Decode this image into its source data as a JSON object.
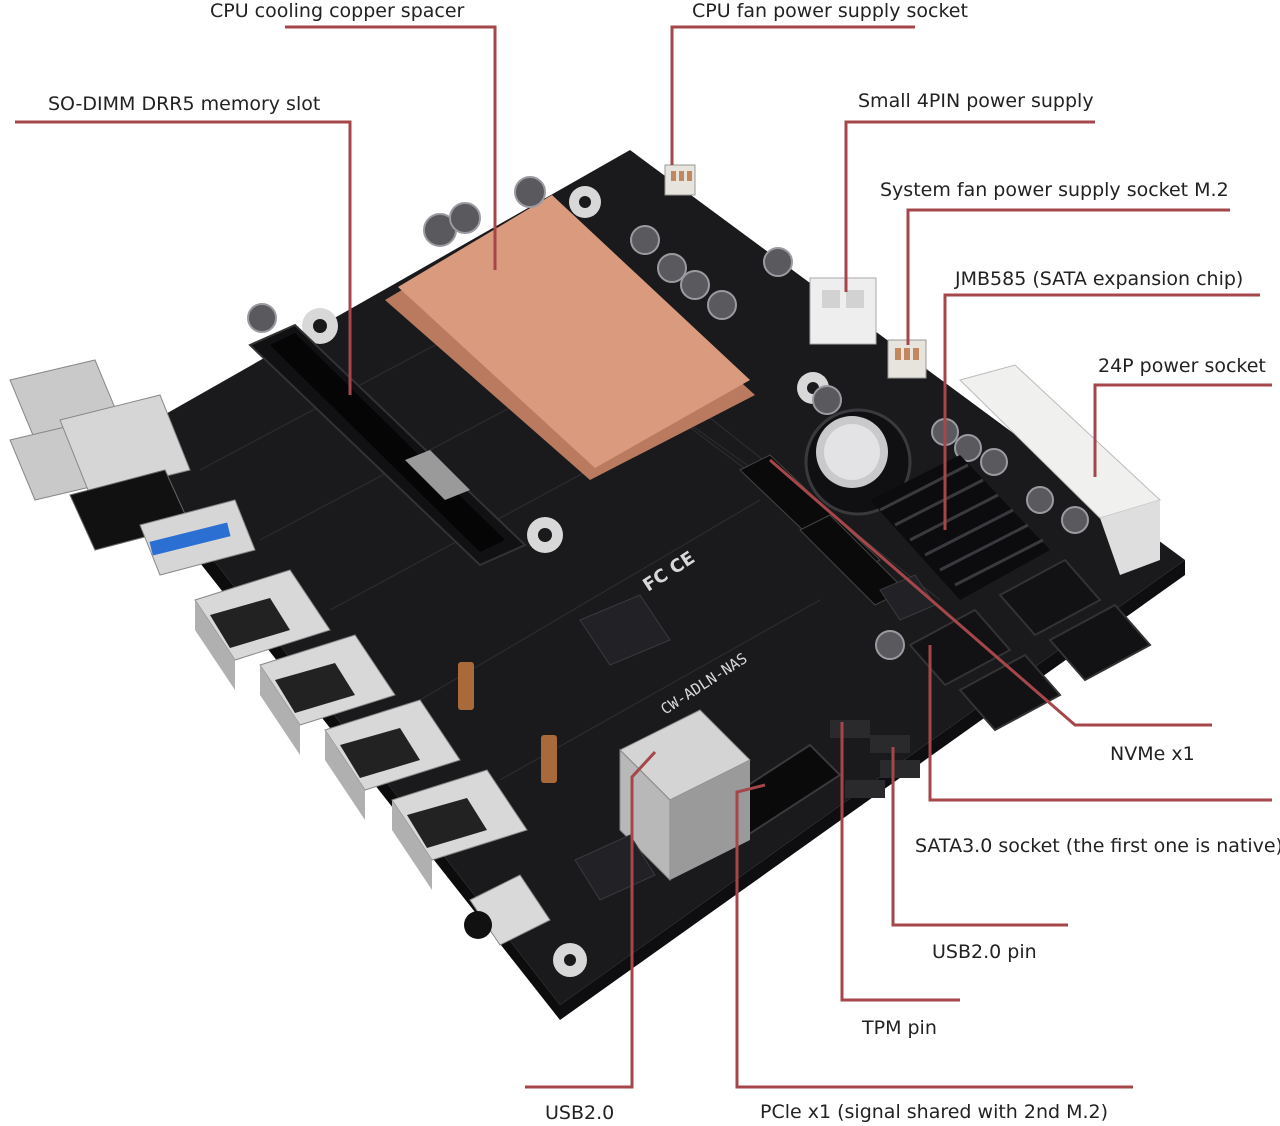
{
  "callout_color": "#a5474a",
  "board": {
    "pcb_color": "#1a1a1c",
    "spacer_color": "#d99a7e",
    "silkscreen": {
      "model": "CW-ADLN-NAS",
      "cert": "FC CE"
    }
  },
  "labels": [
    {
      "id": "cpu-spacer",
      "text": "CPU cooling copper spacer"
    },
    {
      "id": "cpu-fan",
      "text": "CPU fan power supply socket"
    },
    {
      "id": "sodimm",
      "text": "SO-DIMM DRR5 memory slot"
    },
    {
      "id": "4pin",
      "text": "Small 4PIN power supply"
    },
    {
      "id": "sysfan",
      "text": "System fan power supply socket M.2"
    },
    {
      "id": "jmb585",
      "text": "JMB585 (SATA expansion chip)"
    },
    {
      "id": "24p",
      "text": "24P power socket"
    },
    {
      "id": "nvme",
      "text": "NVMe x1"
    },
    {
      "id": "sata",
      "text": "SATA3.0 socket (the first one is native)"
    },
    {
      "id": "usb2pin",
      "text": "USB2.0 pin"
    },
    {
      "id": "tpm",
      "text": "TPM pin"
    },
    {
      "id": "usb2",
      "text": "USB2.0"
    },
    {
      "id": "pcie",
      "text": "PCle x1 (signal shared with 2nd M.2)"
    }
  ]
}
